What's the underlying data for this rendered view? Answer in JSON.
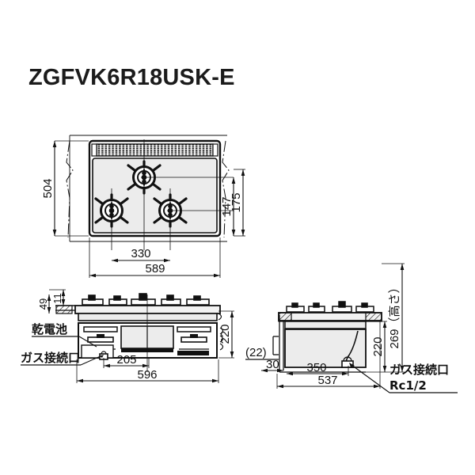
{
  "title": "ZGFVK6R18USK-E",
  "drawing": {
    "type": "technical-dimension-drawing",
    "product": "built-in gas cooktop",
    "views": [
      {
        "name": "top-view",
        "label": ""
      },
      {
        "name": "front-view",
        "label": ""
      },
      {
        "name": "side-view",
        "label": ""
      }
    ]
  },
  "top_view": {
    "dimensions": {
      "depth_504": "504",
      "burner_offset_147": "147",
      "burner_offset_175": "175",
      "burner_spacing_330": "330",
      "width_589": "589"
    },
    "burners": [
      {
        "name": "rear-center-burner"
      },
      {
        "name": "front-left-burner"
      },
      {
        "name": "front-right-burner"
      }
    ],
    "grill_vent": {
      "name": "grill-vent-grille"
    }
  },
  "front_view": {
    "dimensions": {
      "flange_49": "49",
      "lip_11": "11",
      "body_height_220": "220",
      "gas_port_offset_205": "205",
      "width_596": "596"
    },
    "labels": {
      "battery": "乾電池",
      "gas_port": "ガス接続口"
    }
  },
  "side_view": {
    "dimensions": {
      "total_height_269": "269（高さ）",
      "body_height_220": "220",
      "rear_clearance_22": "(22)",
      "front_offset_30": "30",
      "depth_350": "350",
      "depth_537": "537"
    },
    "labels": {
      "gas_port": "ガス接続口",
      "gas_thread": "Rc1/2"
    }
  },
  "colors": {
    "line": "#111111",
    "surface_fill": "#ececec",
    "panel_fill": "#f2f2f2",
    "dark_fill": "#1b1b1b",
    "background": "#ffffff"
  }
}
